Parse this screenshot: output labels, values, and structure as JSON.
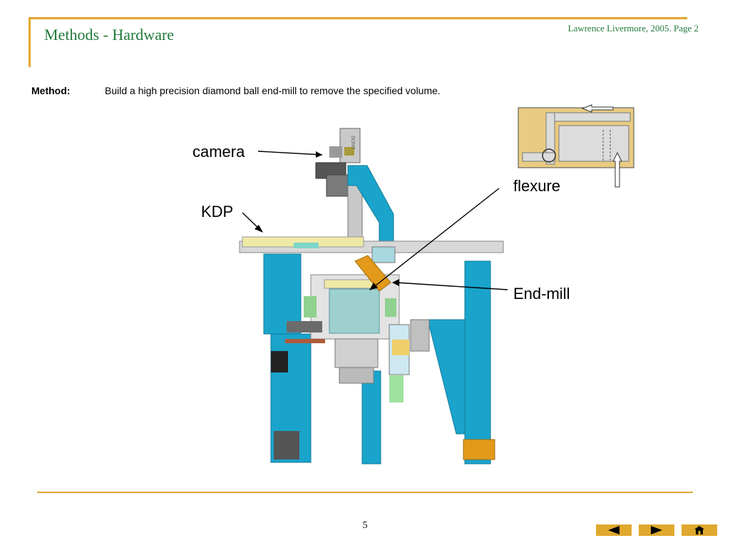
{
  "slide": {
    "title": "Methods - Hardware",
    "header_note": "Lawrence Livermore, 2005. Page 2",
    "method_label": "Method:",
    "method_text": "Build a high precision diamond ball end-mill to remove the specified volume.",
    "page_number": "5"
  },
  "figure": {
    "callouts": {
      "camera": "camera",
      "kdp": "KDP",
      "flexure": "flexure",
      "end_mill": "End-mill"
    },
    "inset_label": "SONY"
  },
  "navigation": {
    "prev_icon": "triangle-left-icon",
    "next_icon": "triangle-right-icon",
    "home_icon": "home-icon"
  },
  "colors": {
    "accent": "#e0a82e",
    "title": "#1f7a3a",
    "machine_blue": "#1aa4cc",
    "flexure_orange": "#e39a1a",
    "inset_fill": "#e9cc82"
  }
}
